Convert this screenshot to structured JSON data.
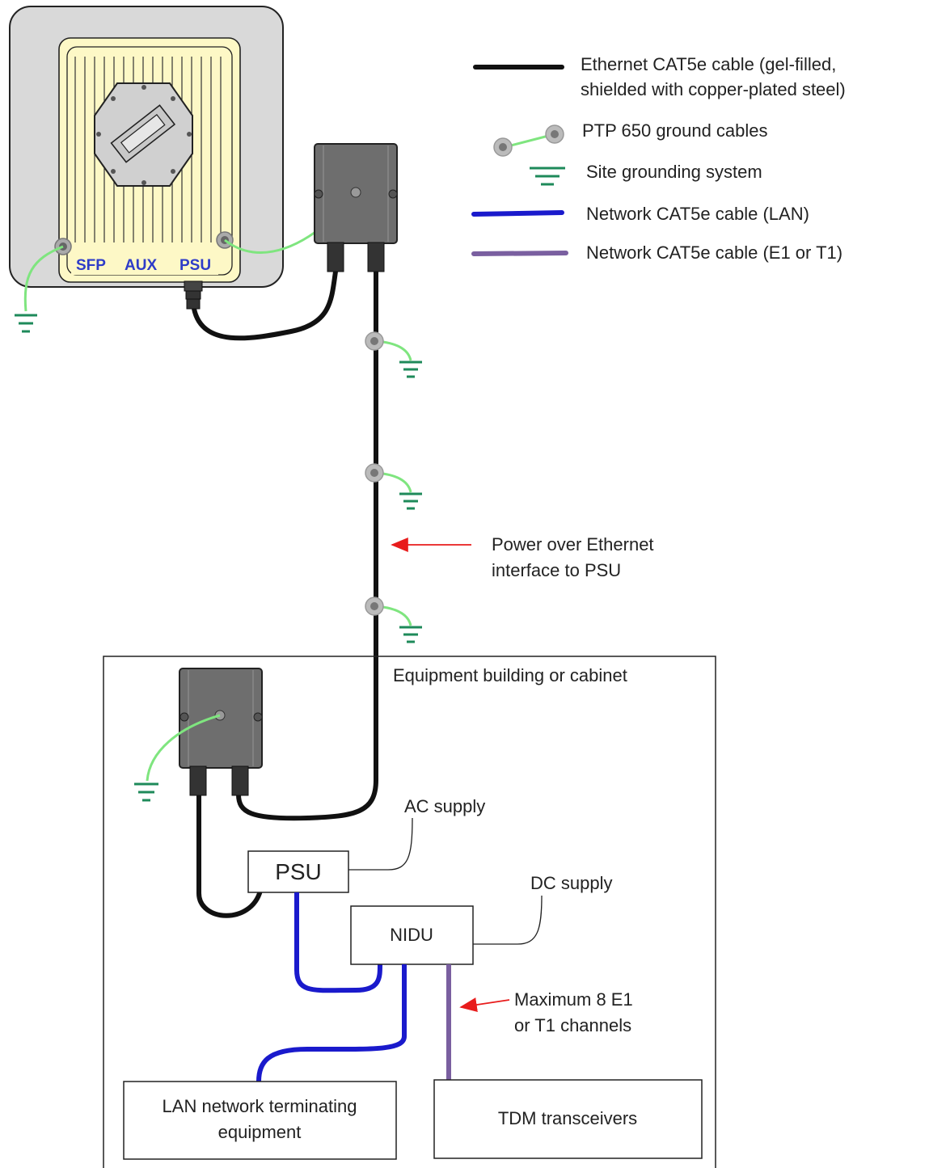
{
  "colors": {
    "ethernet": "#111111",
    "ground_cable": "#7fe57f",
    "site_ground": "#1e8a5a",
    "lan": "#1a1acc",
    "e1t1": "#7a5fa0",
    "arrow": "#e81c1c",
    "odu_panel": "#d9d9d9",
    "odu_face": "#fdf8c6",
    "enclosure": "#6e6e6e"
  },
  "odu": {
    "ports": {
      "sfp": "SFP",
      "aux": "AUX",
      "psu": "PSU"
    }
  },
  "legend": {
    "items": [
      {
        "key": "ethernet",
        "icon": "black-cable-icon",
        "lines": [
          "Ethernet CAT5e cable (gel-filled,",
          "shielded with copper-plated steel)"
        ]
      },
      {
        "key": "ground",
        "icon": "ground-cable-icon",
        "lines": [
          "PTP 650 ground cables"
        ]
      },
      {
        "key": "site_ground",
        "icon": "ground-symbol-icon",
        "lines": [
          "Site grounding system"
        ]
      },
      {
        "key": "lan",
        "icon": "blue-cable-icon",
        "lines": [
          "Network CAT5e cable (LAN)"
        ]
      },
      {
        "key": "e1t1",
        "icon": "purple-cable-icon",
        "lines": [
          "Network CAT5e cable (E1 or T1)"
        ]
      }
    ]
  },
  "annotations": {
    "poe": [
      "Power over Ethernet",
      "interface to PSU"
    ],
    "max_channels": [
      "Maximum 8 E1",
      "or T1 channels"
    ],
    "cabinet": "Equipment building or cabinet",
    "ac_supply": "AC supply",
    "dc_supply": "DC supply"
  },
  "boxes": {
    "psu": "PSU",
    "nidu": "NIDU",
    "lan_equipment": [
      "LAN network terminating",
      "equipment"
    ],
    "tdm": "TDM transceivers"
  }
}
